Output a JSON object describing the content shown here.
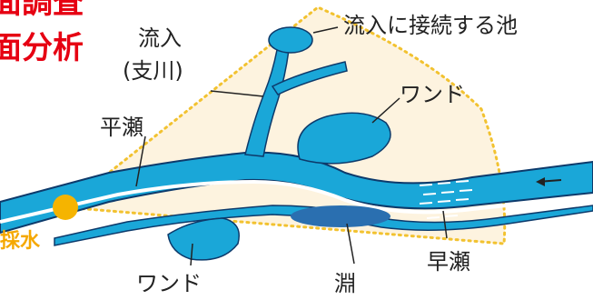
{
  "title": {
    "line1": "面調査",
    "line2": "面分析"
  },
  "labels": {
    "inflow_pond": "流入に接続する池",
    "inflow": "流入",
    "tributary": "(支川)",
    "wando_upper": "ワンド",
    "hirase": "平瀬",
    "sampling": "採水",
    "wando_lower": "ワンド",
    "fuchi": "淵",
    "hayase": "早瀬"
  },
  "colors": {
    "water": "#1aa7d8",
    "water_dark": "#2a6fb0",
    "outline": "#0d3a6b",
    "survey_area": "#fdf3df",
    "survey_border": "#f2c230",
    "title": "#e60012",
    "sample_point": "#f5b400"
  },
  "icons": [
    "flow-direction-arrow-icon",
    "sampling-point-icon"
  ]
}
